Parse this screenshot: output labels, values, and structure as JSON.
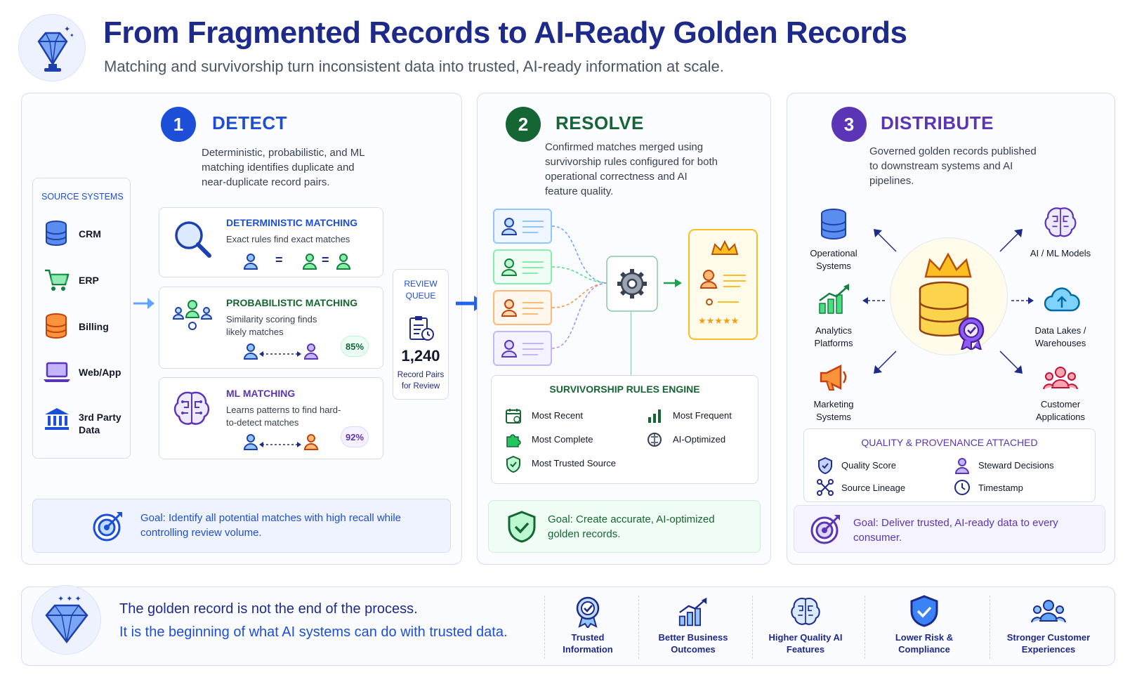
{
  "header": {
    "title": "From Fragmented Records to AI-Ready Golden Records",
    "subtitle": "Matching and survivorship turn inconsistent data into trusted, AI-ready information at scale."
  },
  "colors": {
    "navy": "#1e2a8a",
    "blue": "#1d4ed8",
    "green": "#166534",
    "purple": "#5b35b5",
    "gold": "#f2b21b"
  },
  "detect": {
    "number": "1",
    "heading": "DETECT",
    "description": "Deterministic, probabilistic, and ML matching identifies duplicate and near-duplicate record pairs.",
    "source_systems": {
      "title": "SOURCE SYSTEMS",
      "items": [
        {
          "label": "CRM",
          "icon": "database-icon"
        },
        {
          "label": "ERP",
          "icon": "cart-icon"
        },
        {
          "label": "Billing",
          "icon": "database-icon"
        },
        {
          "label": "Web/App",
          "icon": "laptop-icon"
        },
        {
          "label": "3rd Party Data",
          "icon": "bank-icon"
        }
      ]
    },
    "methods": [
      {
        "title": "DETERMINISTIC MATCHING",
        "text": "Exact rules find exact matches",
        "icon": "magnifier-icon"
      },
      {
        "title": "PROBABILISTIC MATCHING",
        "text": "Similarity scoring finds likely matches",
        "score": "85%",
        "icon": "people-network-icon"
      },
      {
        "title": "ML MATCHING",
        "text": "Learns patterns to find hard-to-detect matches",
        "score": "92%",
        "icon": "brain-icon"
      }
    ],
    "equals": "=",
    "review_queue": {
      "title": "REVIEW QUEUE",
      "count": "1,240",
      "caption": "Record Pairs for Review"
    },
    "goal": "Goal: Identify all potential matches with high recall while controlling review volume."
  },
  "resolve": {
    "number": "2",
    "heading": "RESOLVE",
    "description": "Confirmed matches merged using survivorship rules configured for both operational correctness and AI feature quality.",
    "rules_engine": {
      "title": "SURVIVORSHIP RULES ENGINE",
      "rules": [
        {
          "label": "Most Recent",
          "icon": "calendar-icon"
        },
        {
          "label": "Most Frequent",
          "icon": "bar-chart-icon"
        },
        {
          "label": "Most Complete",
          "icon": "puzzle-icon"
        },
        {
          "label": "AI-Optimized",
          "icon": "chip-icon"
        },
        {
          "label": "Most Trusted Source",
          "icon": "shield-icon"
        }
      ]
    },
    "goal": "Goal: Create accurate, AI-optimized golden records."
  },
  "distribute": {
    "number": "3",
    "heading": "DISTRIBUTE",
    "description": "Governed golden records published to downstream systems and AI pipelines.",
    "targets": [
      {
        "label": "Operational Systems",
        "icon": "database-icon"
      },
      {
        "label": "AI / ML Models",
        "icon": "brain-icon"
      },
      {
        "label": "Analytics Platforms",
        "icon": "growth-chart-icon"
      },
      {
        "label": "Data Lakes / Warehouses",
        "icon": "cloud-icon"
      },
      {
        "label": "Marketing Systems",
        "icon": "megaphone-icon"
      },
      {
        "label": "Customer Applications",
        "icon": "group-icon"
      }
    ],
    "quality": {
      "title": "QUALITY & PROVENANCE ATTACHED",
      "items": [
        {
          "label": "Quality Score",
          "icon": "shield-check-icon"
        },
        {
          "label": "Steward Decisions",
          "icon": "person-icon"
        },
        {
          "label": "Source Lineage",
          "icon": "lineage-icon"
        },
        {
          "label": "Timestamp",
          "icon": "clock-icon"
        }
      ]
    },
    "goal": "Goal: Deliver trusted, AI-ready data to every consumer."
  },
  "footer": {
    "line1": "The golden record is not the end of the process.",
    "line2": "It is the beginning of what AI systems can do with trusted data.",
    "benefits": [
      {
        "label": "Trusted Information",
        "icon": "badge-icon"
      },
      {
        "label": "Better Business Outcomes",
        "icon": "growth-chart-icon"
      },
      {
        "label": "Higher Quality AI Features",
        "icon": "brain-icon"
      },
      {
        "label": "Lower Risk & Compliance",
        "icon": "shield-check-icon"
      },
      {
        "label": "Stronger Customer Experiences",
        "icon": "group-icon"
      }
    ]
  }
}
